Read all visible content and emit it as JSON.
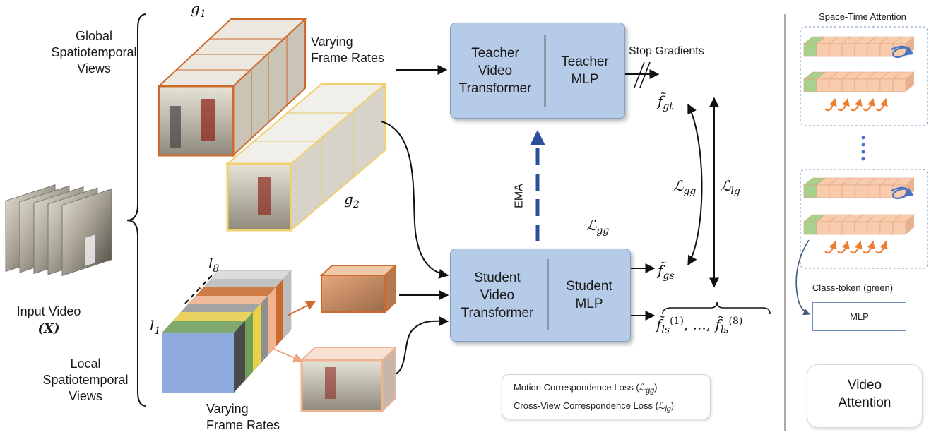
{
  "labels": {
    "global_views": "Global\nSpatiotemporal\nViews",
    "local_views": "Local\nSpatiotemporal\nViews",
    "input_video": "Input Video",
    "input_symbol": "(X)",
    "varying_top": "Varying\nFrame Rates",
    "varying_bottom": "Varying\nFrame Rates",
    "stop_gradients": "Stop Gradients",
    "ema": "EMA"
  },
  "math": {
    "g1": "g",
    "g1_sub": "1",
    "g2": "g",
    "g2_sub": "2",
    "l1": "l",
    "l1_sub": "1",
    "l8": "l",
    "l8_sub": "8",
    "f_gt": "f̃",
    "f_gt_sub": "gt",
    "f_gs": "f̃",
    "f_gs_sub": "gs",
    "f_ls_1": "f̃",
    "f_ls_1_sub": "ls",
    "f_ls_1_sup": "(1)",
    "f_ls_dots": ", ..., ",
    "f_ls_8": "f̃",
    "f_ls_8_sub": "ls",
    "f_ls_8_sup": "(8)",
    "L_gg_mid": "ℒ",
    "L_gg_mid_sub": "gg",
    "L_gg_right": "ℒ",
    "L_gg_right_sub": "gg",
    "L_lg": "ℒ",
    "L_lg_sub": "lg"
  },
  "teacher": {
    "transformer": "Teacher\nVideo\nTransformer",
    "mlp": "Teacher\nMLP"
  },
  "student": {
    "transformer": "Student\nVideo\nTransformer",
    "mlp": "Student\nMLP"
  },
  "legend": {
    "motion": "Motion Correspondence Loss (ℒ",
    "motion_sub": "gg",
    "motion_end": ")",
    "crossview": "Cross-View Correspondence Loss (ℒ",
    "crossview_sub": "lg",
    "crossview_end": ")"
  },
  "side_panel": {
    "title": "Space-Time Attention",
    "class_token": "Class-token (green)",
    "mlp": "MLP",
    "video_attention": "Video\nAttention"
  },
  "colors": {
    "block_fill": "#b6cbe8",
    "orange_frame": "#cc6a2c",
    "yellow_frame": "#f0d070",
    "peach_frame": "#f0b490",
    "ema_arrow": "#2c4f9a",
    "token_green": "#a9d18e",
    "token_salmon": "#f8cbad",
    "attention_blue": "#4472c4",
    "attention_orange": "#ed7d31"
  }
}
